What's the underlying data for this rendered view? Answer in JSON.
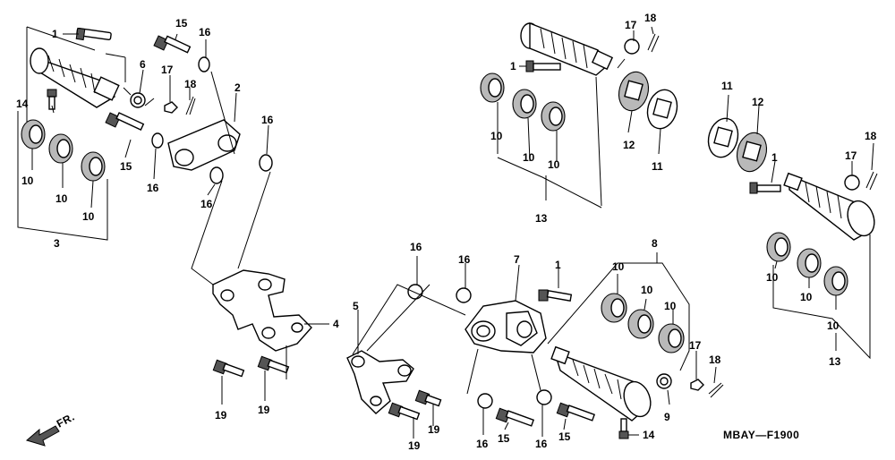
{
  "diagram": {
    "code": "MBAY—F1900",
    "direction_label": "FR.",
    "labels": {
      "n1": "1",
      "n2": "2",
      "n3": "3",
      "n4": "4",
      "n5": "5",
      "n6": "6",
      "n7": "7",
      "n8": "8",
      "n9": "9",
      "n10": "10",
      "n11": "11",
      "n12": "12",
      "n13": "13",
      "n14": "14",
      "n15": "15",
      "n16": "16",
      "n17": "17",
      "n18": "18",
      "n19": "19"
    }
  }
}
